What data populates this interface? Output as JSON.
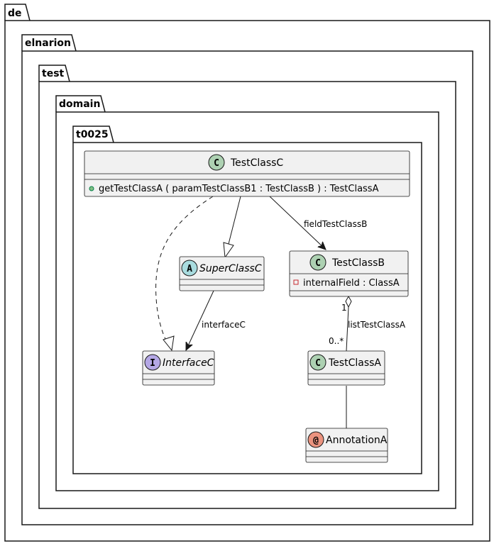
{
  "colors": {
    "class_icon": "#ADD1B2",
    "abstract_icon": "#A9DCDF",
    "interface_icon": "#B4A7E5",
    "annotation_icon": "#EB937F",
    "box_fill": "#F1F1F1",
    "line": "#181818"
  },
  "packages": [
    {
      "label": "de"
    },
    {
      "label": "elnarion"
    },
    {
      "label": "test"
    },
    {
      "label": "domain"
    },
    {
      "label": "t0025"
    }
  ],
  "classes": {
    "testclassc": {
      "name": "TestClassC",
      "icon": "C",
      "kind": "class",
      "method_visibility": "public",
      "method": "getTestClassA ( paramTestClassB1 : TestClassB ) : TestClassA"
    },
    "superclassc": {
      "name": "SuperClassC",
      "icon": "A",
      "kind": "abstract"
    },
    "testclassb": {
      "name": "TestClassB",
      "icon": "C",
      "kind": "class",
      "field_visibility": "private",
      "field": "internalField : ClassA"
    },
    "interfacec": {
      "name": "InterfaceC",
      "icon": "I",
      "kind": "interface"
    },
    "testclassa": {
      "name": "TestClassA",
      "icon": "C",
      "kind": "class"
    },
    "annotationa": {
      "name": "AnnotationA",
      "icon": "@",
      "kind": "annotation"
    }
  },
  "relations": {
    "c_to_b_label": "fieldTestClassB",
    "superc_to_interfacec_label": "interfaceC",
    "b_to_a_label": "listTestClassA",
    "b_to_a_mult_source": "1",
    "b_to_a_mult_target": "0..*"
  }
}
